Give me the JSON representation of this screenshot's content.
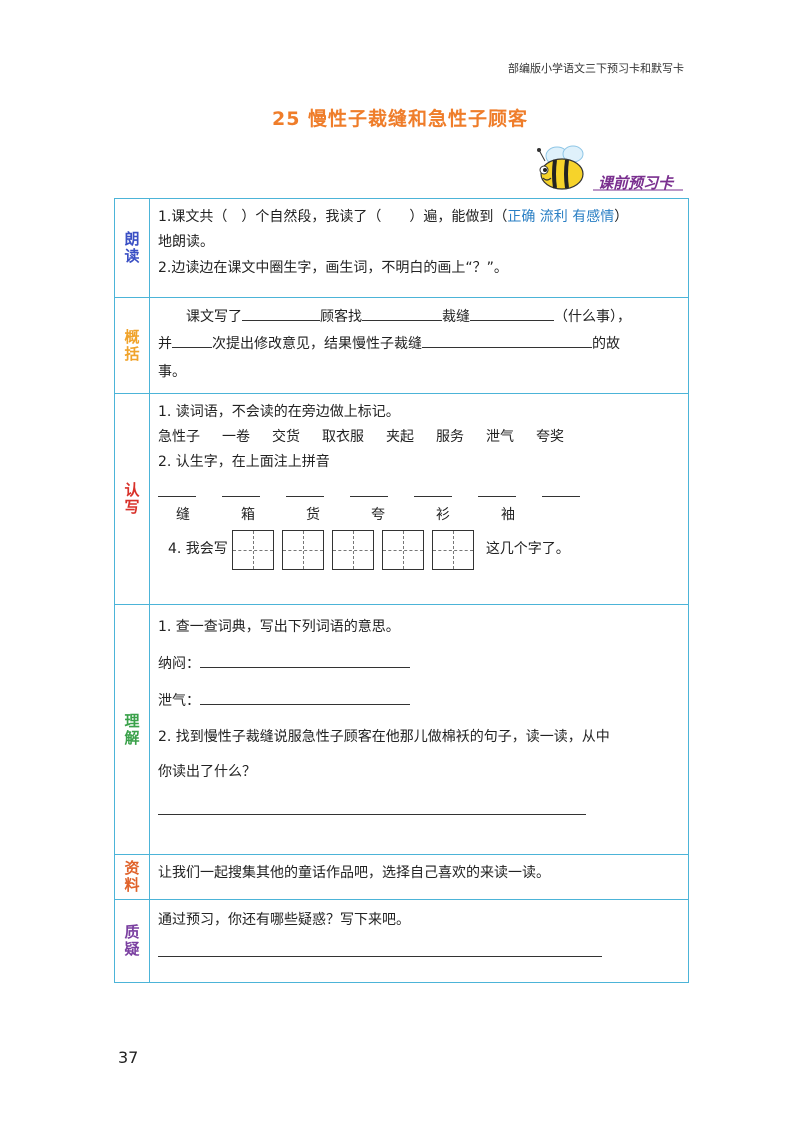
{
  "header": {
    "note": "部编版小学语文三下预习卡和默写卡"
  },
  "title": "25 慢性子裁缝和急性子顾客",
  "badge": {
    "label": "课前预习卡",
    "icon": "bee-icon"
  },
  "sections": {
    "reading": {
      "label": "朗读",
      "color": "#3a4fc4",
      "line1_a": "1.课文共（　）个自然段，我读了（　　）遍，能做到（",
      "line1_hint": "正确 流利 有感情",
      "line1_b": "）",
      "line2": "地朗读。",
      "line3": "2.边读边在课文中圈生字，画生词，不明白的画上“？”。"
    },
    "summary": {
      "label": "概括",
      "color": "#f0a32b",
      "l1_a": "课文写了",
      "l1_b": "顾客找",
      "l1_c": "裁缝",
      "l1_d": "（什么事），",
      "l2_a": "并",
      "l2_b": "次提出修改意见，结果慢性子裁缝",
      "l2_c": "的故",
      "l3": "事。"
    },
    "recognize": {
      "label": "认写",
      "color": "#d8312a",
      "q1": "1. 读词语，不会读的在旁边做上标记。",
      "words": [
        "急性子",
        "一卷",
        "交货",
        "取衣服",
        "夹起",
        "服务",
        "泄气",
        "夸奖"
      ],
      "q2": "2. 认生字，在上面注上拼音",
      "chars": [
        "缝",
        "箱",
        "货",
        "夸",
        "衫",
        "袖"
      ],
      "q4_a": "4. 我会写",
      "q4_b": "这几个字了。"
    },
    "understand": {
      "label": "理解",
      "color": "#3aa14a",
      "q1": "1. 查一查词典，写出下列词语的意思。",
      "term1": "纳闷：",
      "term2": "泄气：",
      "q2_a": "2. 找到慢性子裁缝说服急性子顾客在他那儿做棉袄的句子，读一读，从中",
      "q2_b": "你读出了什么？"
    },
    "material": {
      "label": "资料",
      "color": "#e0622a",
      "text": "让我们一起搜集其他的童话作品吧，选择自己喜欢的来读一读。"
    },
    "question": {
      "label": "质疑",
      "color": "#7a3fa0",
      "text": "通过预习，你还有哪些疑惑？写下来吧。"
    }
  },
  "page_number": "37"
}
